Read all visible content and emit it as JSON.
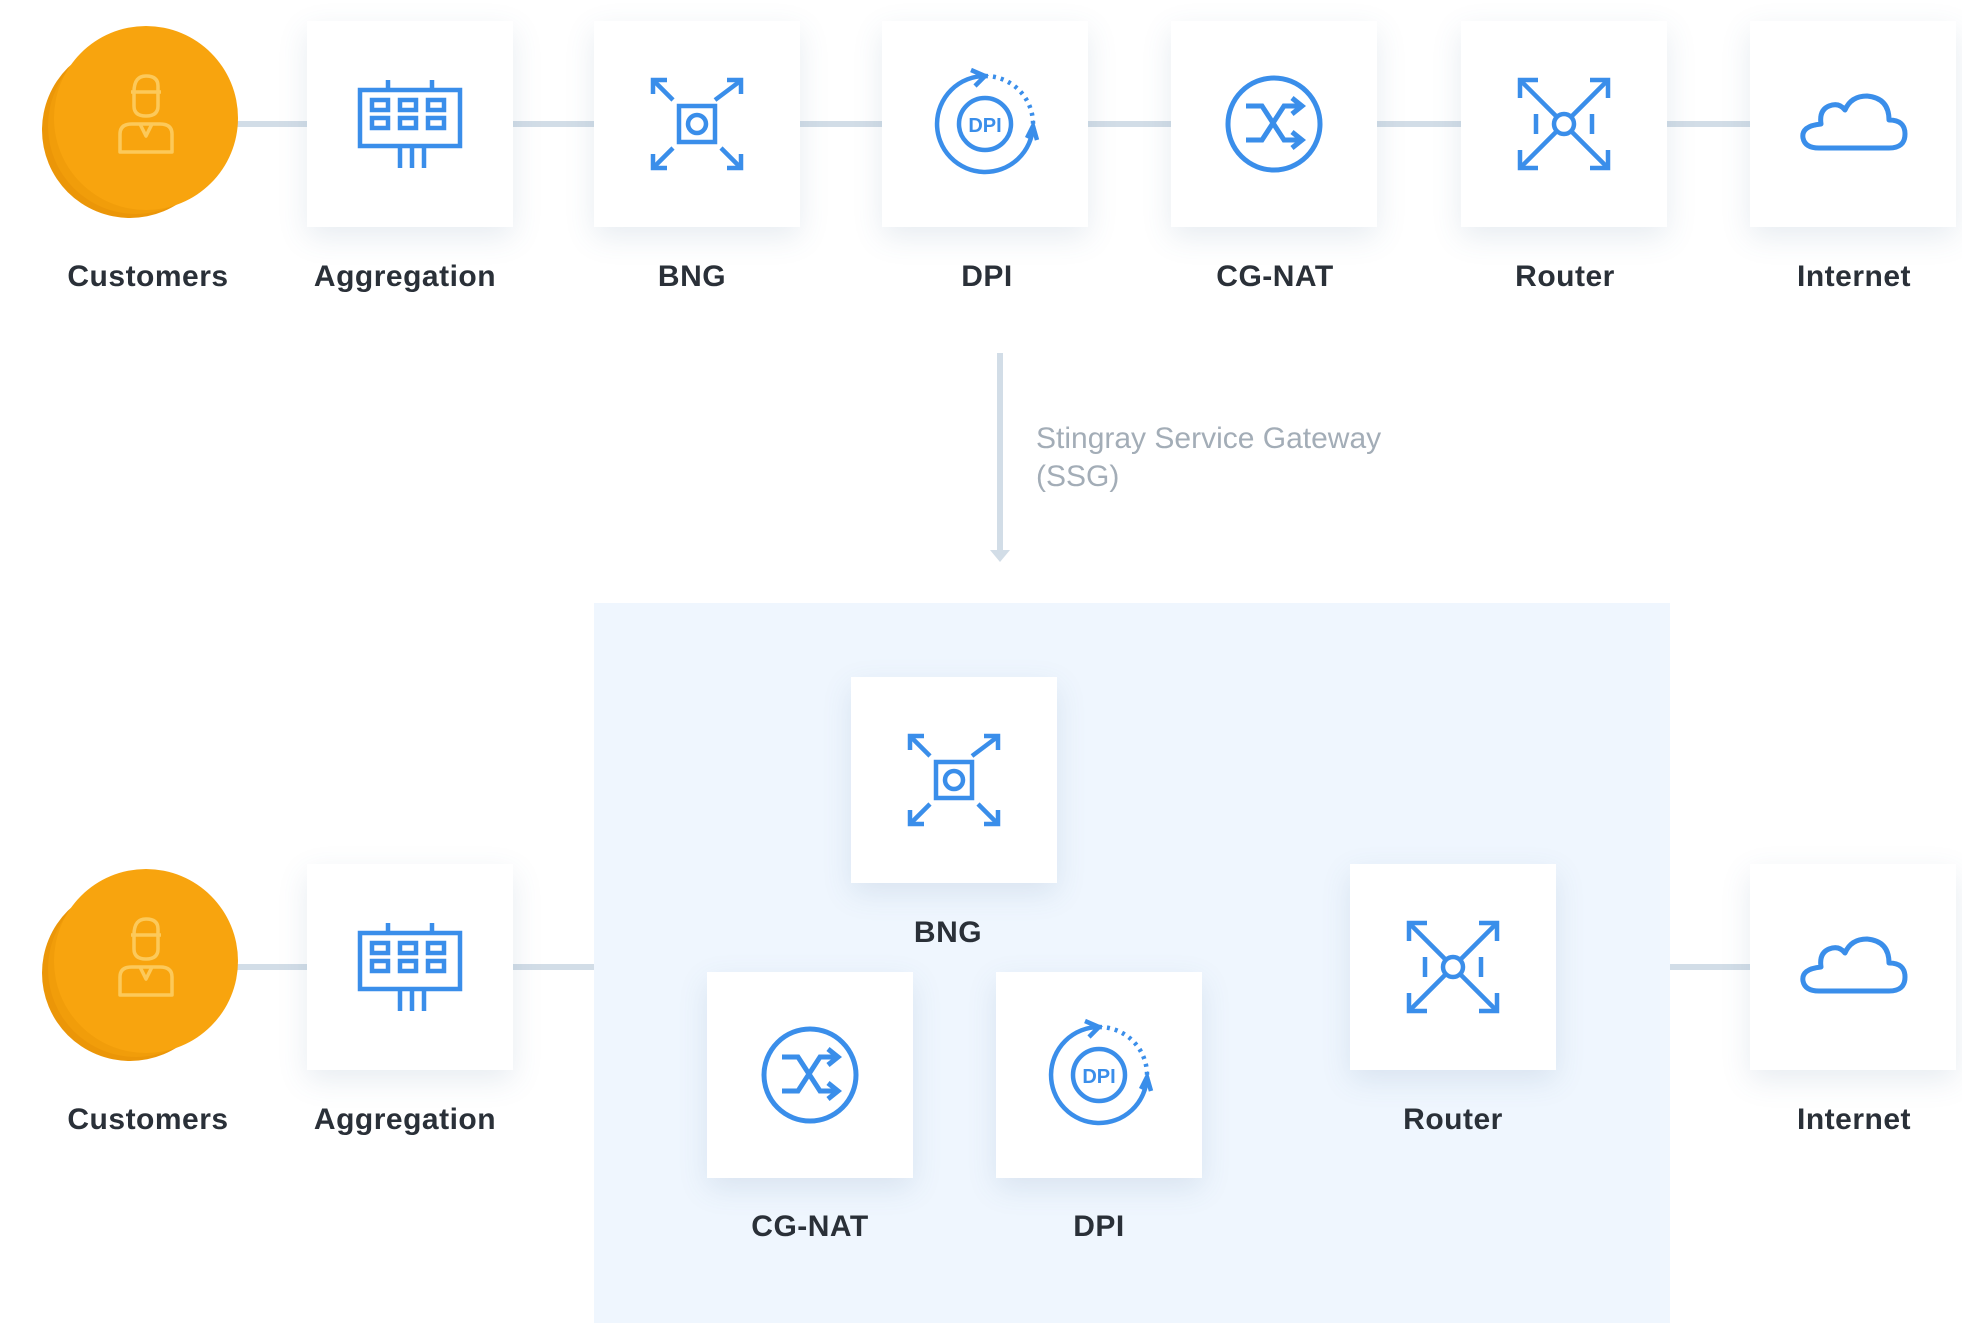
{
  "top_row": {
    "labels": [
      "Customers",
      "Aggregation",
      "BNG",
      "DPI",
      "CG-NAT",
      "Router",
      "Internet"
    ]
  },
  "transition": {
    "label_line1": "Stingray Service Gateway",
    "label_line2": "(SSG)"
  },
  "bottom_row": {
    "customers": "Customers",
    "aggregation": "Aggregation",
    "bng": "BNG",
    "cgnat": "CG-NAT",
    "dpi": "DPI",
    "router": "Router",
    "internet": "Internet"
  },
  "icons": {
    "customers": "person-icon",
    "aggregation": "switch-panel-icon",
    "bng": "expand-box-icon",
    "dpi": "dpi-cycle-icon",
    "cgnat": "shuffle-circle-icon",
    "router": "router-arrows-icon",
    "internet": "cloud-icon"
  },
  "colors": {
    "icon_blue": "#3a8eea",
    "customer_orange": "#f8a40e",
    "connector": "#d2dde7",
    "ssg_panel": "#eff6fe",
    "ssg_text": "#a3adb7"
  }
}
